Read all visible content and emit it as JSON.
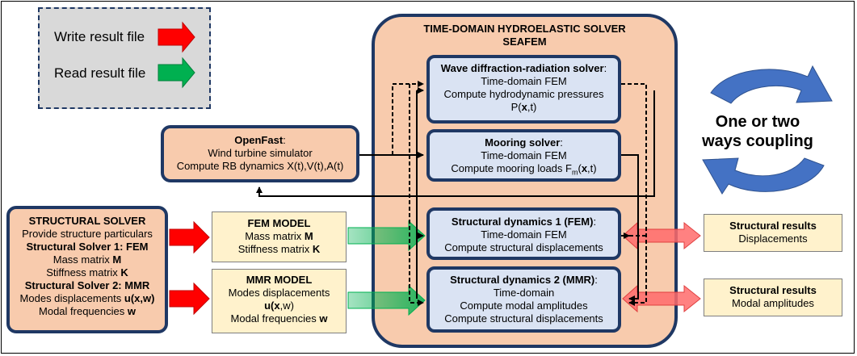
{
  "legend": {
    "write": "Write result file",
    "read": "Read result file"
  },
  "seafem": {
    "title_line1": "TIME-DOMAIN HYDROELASTIC SOLVER",
    "title_line2": "SEAFEM"
  },
  "wave_solver": {
    "title": "Wave diffraction-radiation solver",
    "l1": "Time-domain FEM",
    "l2": "Compute hydrodynamic pressures",
    "l3_pre": "P(",
    "l3_bold": "x",
    "l3_post": ",t)"
  },
  "mooring_solver": {
    "title": "Mooring solver",
    "l1": "Time-domain FEM",
    "l2_pre": "Compute mooring loads F",
    "l2_sub": "m",
    "l2_mid": "(",
    "l2_bold": "x",
    "l2_post": ",t)"
  },
  "struct_dyn1": {
    "title": "Structural dynamics 1 (FEM)",
    "l1": "Time-domain FEM",
    "l2": "Compute structural displacements"
  },
  "struct_dyn2": {
    "title": "Structural dynamics 2 (MMR)",
    "l1": "Time-domain",
    "l2": "Compute modal amplitudes",
    "l3": "Compute structural displacements"
  },
  "openfast": {
    "title": "OpenFast",
    "l1": "Wind turbine simulator",
    "l2": "Compute RB dynamics X(t),V(t),A(t)"
  },
  "structural_solver": {
    "title": "STRUCTURAL SOLVER",
    "l1": "Provide structure particulars",
    "s1": "Structural Solver 1: FEM",
    "mass_pre": "Mass matrix ",
    "mass_sym": "M",
    "stiff_pre": "Stiffness matrix ",
    "stiff_sym": "K",
    "s2": "Structural Solver 2: MMR",
    "modes_pre": "Modes displacements ",
    "modes_sym": "u(x,w)",
    "freq_pre": "Modal frequencies ",
    "freq_sym": "w"
  },
  "fem_model": {
    "title": "FEM MODEL",
    "mass_pre": "Mass matrix ",
    "mass_sym": "M",
    "stiff_pre": "Stiffness matrix ",
    "stiff_sym": "K"
  },
  "mmr_model": {
    "title": "MMR MODEL",
    "l1": "Modes displacements",
    "u_pre": "u(",
    "u_bold": "x",
    "u_post": ",w)",
    "freq_pre": "Modal frequencies ",
    "freq_sym": "w"
  },
  "results1": {
    "title": "Structural results",
    "l1": "Displacements"
  },
  "results2": {
    "title": "Structural results",
    "l1": "Modal amplitudes"
  },
  "coupling": {
    "l1": "One or two",
    "l2": "ways coupling"
  },
  "colors": {
    "navy": "#1f3864",
    "peach": "#f8cbad",
    "light_blue": "#dae3f3",
    "cream": "#fff2cc",
    "red_arrow": "#ff0000",
    "green_arrow": "#00b050",
    "legend_bg": "#d9d9d9",
    "cycle_blue": "#4472c4"
  }
}
